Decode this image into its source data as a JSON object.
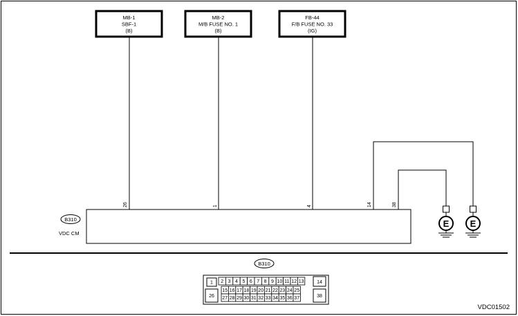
{
  "fuse_boxes": [
    {
      "id": "fuse-mb1",
      "lines": [
        "MB-1",
        "SBF-1",
        "(B)"
      ]
    },
    {
      "id": "fuse-mb2",
      "lines": [
        "MB-2",
        "M/B FUSE NO. 1",
        "(B)"
      ]
    },
    {
      "id": "fuse-fb44",
      "lines": [
        "FB-44",
        "F/B FUSE NO. 33",
        "(IG)"
      ]
    }
  ],
  "module": {
    "connector_id": "B310",
    "name": "VDC CM",
    "pins": [
      "26",
      "1",
      "4",
      "14",
      "38"
    ]
  },
  "grounds": [
    {
      "symbol": "E"
    },
    {
      "symbol": "E"
    }
  ],
  "connector_view": {
    "label": "B310",
    "left_top": "1",
    "left_bottom": "26",
    "right_top": "14",
    "right_bottom": "38",
    "row_top": [
      "2",
      "3",
      "4",
      "5",
      "6",
      "7",
      "8",
      "9",
      "10",
      "11",
      "12",
      "13"
    ],
    "row_middle": [
      "15",
      "16",
      "17",
      "18",
      "19",
      "20",
      "21",
      "22",
      "23",
      "24",
      "25"
    ],
    "row_bottom": [
      "27",
      "28",
      "29",
      "30",
      "31",
      "32",
      "33",
      "34",
      "35",
      "36",
      "37"
    ]
  },
  "diagram_code": "VDC01502"
}
